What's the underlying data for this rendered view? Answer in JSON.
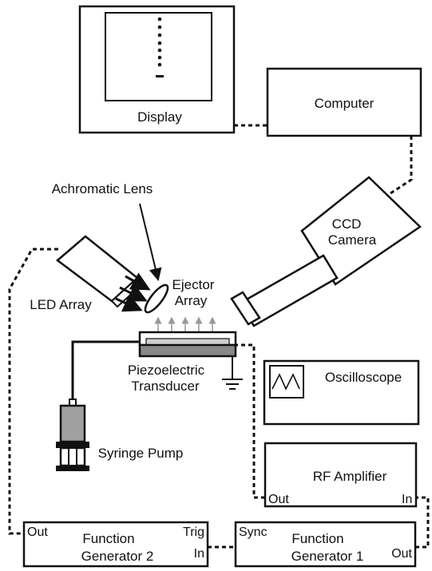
{
  "display": {
    "label": "Display"
  },
  "computer": {
    "label": "Computer"
  },
  "camera": {
    "line1": "CCD",
    "line2": "Camera"
  },
  "lens": {
    "label": "Achromatic Lens"
  },
  "led": {
    "label": "LED Array"
  },
  "ejector": {
    "line1": "Ejector",
    "line2": "Array"
  },
  "transducer": {
    "line1": "Piezoelectric",
    "line2": "Transducer"
  },
  "oscilloscope": {
    "label": "Oscilloscope"
  },
  "syringe": {
    "label": "Syringe Pump"
  },
  "rf_amplifier": {
    "label": "RF Amplifier",
    "port_out": "Out",
    "port_in": "In"
  },
  "function_generator_2": {
    "line1": "Function",
    "line2": "Generator 2",
    "port_out": "Out",
    "port_trig": "Trig",
    "port_in": "In"
  },
  "function_generator_1": {
    "line1": "Function",
    "line2": "Generator 1",
    "port_sync": "Sync",
    "port_out": "Out"
  },
  "colors": {
    "line": "#111111",
    "transducer_body": "#888888",
    "syringe_body": "#a0a0a0",
    "droplet_arrow": "#999999",
    "background": "#ffffff"
  }
}
